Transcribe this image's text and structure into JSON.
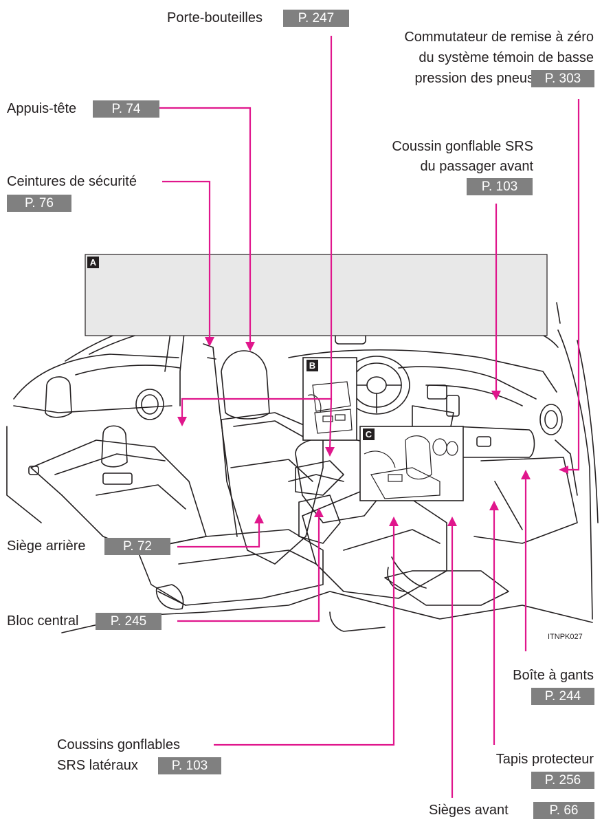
{
  "callouts": {
    "porte_bouteilles": {
      "label": "Porte-bouteilles",
      "page": "P. 247"
    },
    "commutateur": {
      "line1": "Commutateur de remise à zéro",
      "line2": "du système témoin de basse",
      "line3": "pression des pneus",
      "page": "P. 303"
    },
    "appuis_tete": {
      "label": "Appuis-tête",
      "page": "P. 74"
    },
    "coussin_passager": {
      "line1": "Coussin gonflable SRS",
      "line2": "du passager avant",
      "page": "P. 103"
    },
    "ceintures": {
      "label": "Ceintures de sécurité",
      "page": "P. 76"
    },
    "siege_arriere": {
      "label": "Siège arrière",
      "page": "P. 72"
    },
    "bloc_central": {
      "label": "Bloc central",
      "page": "P. 245"
    },
    "coussins_lateraux": {
      "line1": "Coussins gonflables",
      "line2": "SRS latéraux",
      "page": "P. 103"
    },
    "boite_gants": {
      "label": "Boîte à gants",
      "page": "P. 244"
    },
    "tapis": {
      "label": "Tapis protecteur",
      "page": "P. 256"
    },
    "sieges_avant": {
      "label": "Sièges avant",
      "page": "P. 66"
    }
  },
  "markers": {
    "a": "A",
    "b": "B",
    "c": "C"
  },
  "figure_code": "ITNPK027",
  "colors": {
    "leader": "#e0168c",
    "badge": "#808080",
    "panel": "#e8e8e8",
    "drawing": "#231f20"
  }
}
